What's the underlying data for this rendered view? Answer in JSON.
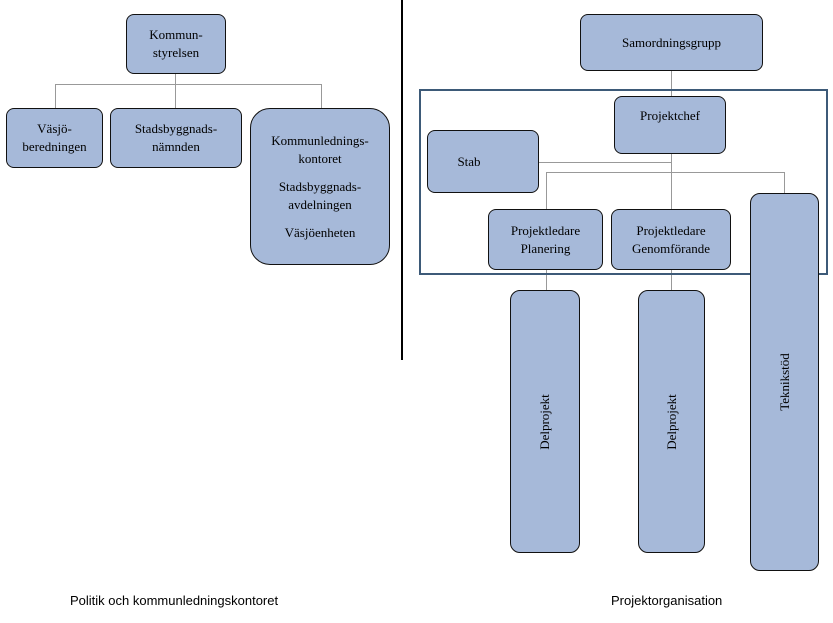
{
  "left": {
    "root": [
      "Kommun-",
      "styrelsen"
    ],
    "children": {
      "vasjo_beredningen": [
        "Väsjö-",
        "beredningen"
      ],
      "stadsbyggnadsnamnden": [
        "Stadsbyggnads-",
        "nämnden"
      ],
      "kommunledningskontoret": {
        "line1": [
          "Kommunlednings-",
          "kontoret"
        ],
        "line2": [
          "Stadsbyggnads-",
          "avdelningen"
        ],
        "line3": "Väsjöenheten"
      }
    },
    "caption": "Politik och kommunledningskontoret"
  },
  "right": {
    "samordningsgrupp": "Samordningsgrupp",
    "projektchef": "Projektchef",
    "stab": "Stab",
    "projektledare_planering": [
      "Projektledare",
      "Planering"
    ],
    "projektledare_genomforande": [
      "Projektledare",
      "Genomförande"
    ],
    "delprojekt_1": "Delprojekt",
    "delprojekt_2": "Delprojekt",
    "teknikstod": "Teknikstöd",
    "caption": "Projektorganisation"
  },
  "colors": {
    "box_fill": "#a6b9d9",
    "box_border": "#111111",
    "connector": "#999999",
    "frame": "#3d5a78",
    "divider": "#000000"
  }
}
